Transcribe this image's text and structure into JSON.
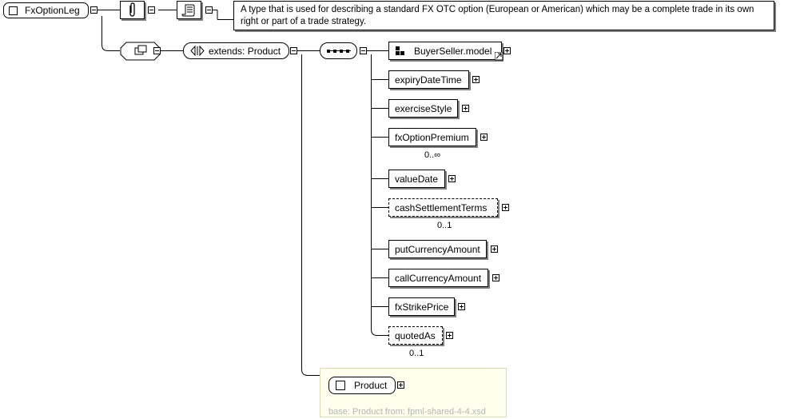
{
  "root": {
    "name": "FxOptionLeg"
  },
  "documentation": "A type that is used for describing a standard FX OTC option (European or American) which may be a complete trade in its own right or part of a trade strategy.",
  "extension": {
    "label": "extends: Product"
  },
  "model_group": {
    "name": "BuyerSeller.model"
  },
  "elements": [
    {
      "name": "expiryDateTime"
    },
    {
      "name": "exerciseStyle"
    },
    {
      "name": "fxOptionPremium",
      "cardinality": "0..∞"
    },
    {
      "name": "valueDate"
    },
    {
      "name": "cashSettlementTerms",
      "cardinality": "0..1"
    },
    {
      "name": "putCurrencyAmount"
    },
    {
      "name": "callCurrencyAmount"
    },
    {
      "name": "fxStrikePrice"
    },
    {
      "name": "quotedAs",
      "cardinality": "0..1"
    }
  ],
  "base_type": {
    "name": "Product",
    "source": "base: Product from: fpml-shared-4-4.xsd"
  },
  "colors": {
    "base_bg": "#ffffee",
    "base_border": "#dcdcb4",
    "base_text": "#b4b4b4"
  }
}
